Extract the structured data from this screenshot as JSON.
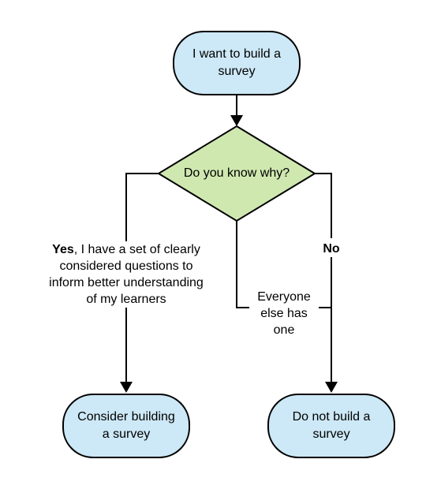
{
  "nodes": {
    "start": {
      "lines": [
        "I want to build a",
        "survey"
      ]
    },
    "decision": {
      "lines": [
        "Do you know why?"
      ]
    },
    "consider": {
      "lines": [
        "Consider building",
        "a survey"
      ]
    },
    "donot": {
      "lines": [
        "Do not build a",
        "survey"
      ]
    }
  },
  "edges": {
    "yes_label": {
      "bold_word": "Yes",
      "first_line_rest": ", I have a set of clearly",
      "lines": [
        "considered questions to",
        "inform better understanding",
        "of my learners"
      ]
    },
    "no_label": {
      "text": "No"
    },
    "everyone_label": {
      "lines": [
        "Everyone",
        "else has",
        "one"
      ]
    }
  },
  "colors": {
    "terminal_fill": "#cde8f6",
    "decision_fill": "#cfe8b0",
    "stroke": "#000000"
  }
}
